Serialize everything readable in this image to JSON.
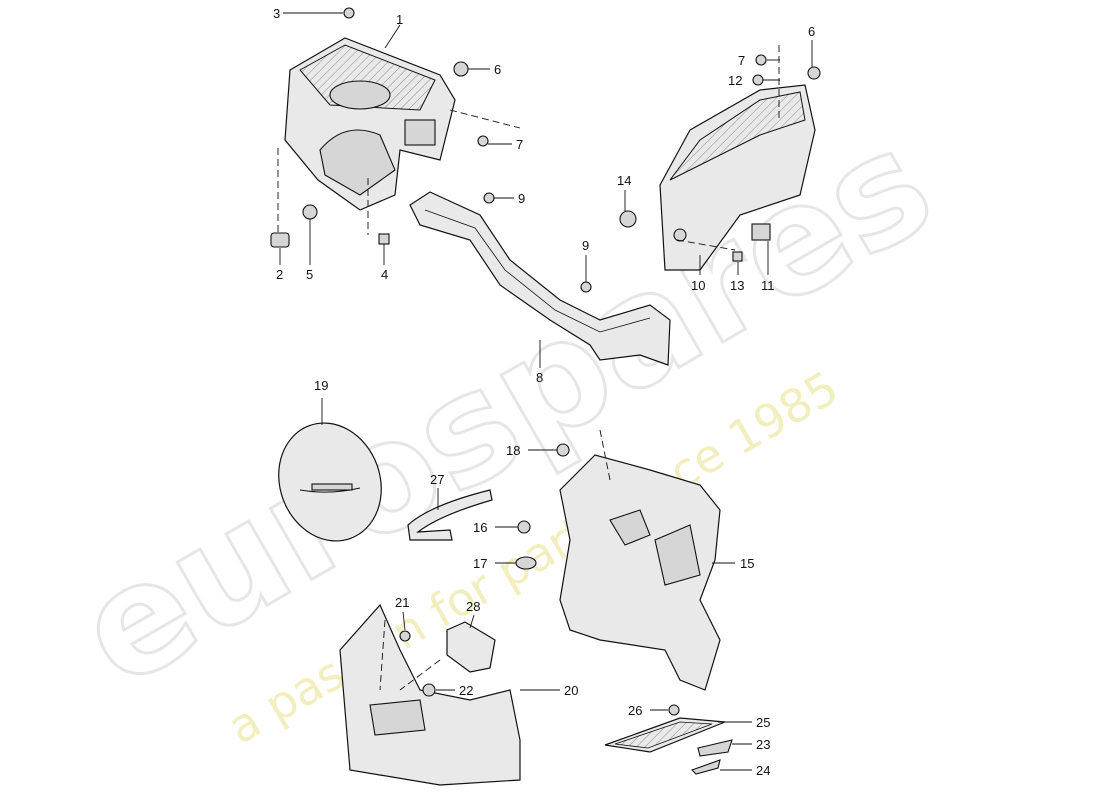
{
  "watermark": {
    "brand": "eurospares",
    "tagline": "a passion for parts since 1985"
  },
  "callouts": [
    {
      "id": "c1",
      "text": "1"
    },
    {
      "id": "c2",
      "text": "2"
    },
    {
      "id": "c3",
      "text": "3"
    },
    {
      "id": "c4",
      "text": "4"
    },
    {
      "id": "c5",
      "text": "5"
    },
    {
      "id": "c6a",
      "text": "6"
    },
    {
      "id": "c6b",
      "text": "6"
    },
    {
      "id": "c7a",
      "text": "7"
    },
    {
      "id": "c7b",
      "text": "7"
    },
    {
      "id": "c8",
      "text": "8"
    },
    {
      "id": "c9a",
      "text": "9"
    },
    {
      "id": "c9b",
      "text": "9"
    },
    {
      "id": "c10",
      "text": "10"
    },
    {
      "id": "c11",
      "text": "11"
    },
    {
      "id": "c12",
      "text": "12"
    },
    {
      "id": "c13",
      "text": "13"
    },
    {
      "id": "c14",
      "text": "14"
    },
    {
      "id": "c15",
      "text": "15"
    },
    {
      "id": "c16",
      "text": "16"
    },
    {
      "id": "c17",
      "text": "17"
    },
    {
      "id": "c18",
      "text": "18"
    },
    {
      "id": "c19",
      "text": "19"
    },
    {
      "id": "c20",
      "text": "20"
    },
    {
      "id": "c21",
      "text": "21"
    },
    {
      "id": "c22",
      "text": "22"
    },
    {
      "id": "c23",
      "text": "23"
    },
    {
      "id": "c24",
      "text": "24"
    },
    {
      "id": "c25",
      "text": "25"
    },
    {
      "id": "c26",
      "text": "26"
    },
    {
      "id": "c27",
      "text": "27"
    },
    {
      "id": "c28",
      "text": "28"
    }
  ]
}
